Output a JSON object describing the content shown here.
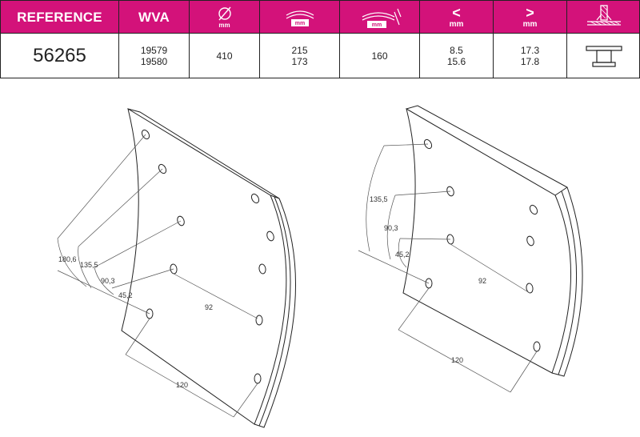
{
  "table": {
    "headers": {
      "reference": "REFERENCE",
      "wva": "WVA",
      "diameter_unit": "mm",
      "width_unit": "mm",
      "arc_unit": "mm",
      "thin_unit": "mm",
      "thick_unit": "mm"
    },
    "row": {
      "reference": "56265",
      "wva_1": "19579",
      "wva_2": "19580",
      "diameter": "410",
      "width_1": "215",
      "width_2": "173",
      "arc": "160",
      "min_1": "8.5",
      "min_2": "15.6",
      "max_1": "17.3",
      "max_2": "17.8"
    }
  },
  "left_drawing": {
    "dim_180_6": "180,6",
    "dim_135_5": "135,5",
    "dim_90_3": "90,3",
    "dim_45_2": "45,2",
    "dim_92": "92",
    "dim_120": "120"
  },
  "right_drawing": {
    "dim_135_5": "135,5",
    "dim_90_3": "90,3",
    "dim_45_2": "45,2",
    "dim_92": "92",
    "dim_120": "120"
  },
  "colors": {
    "header_bg": "#d3127a",
    "line": "#222222"
  }
}
